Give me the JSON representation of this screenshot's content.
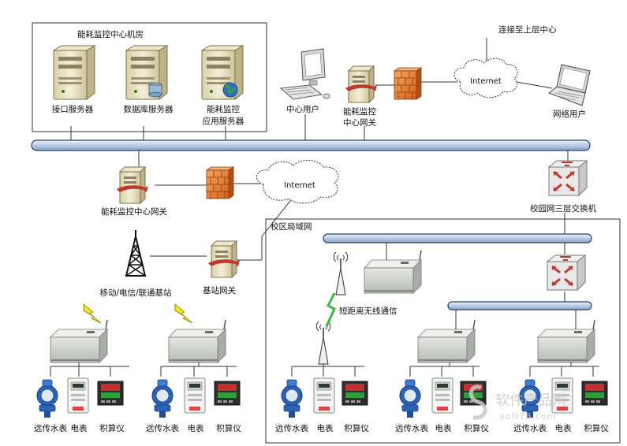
{
  "groups": {
    "center_room": "能耗监控中心机房",
    "campus_lan": "校区局域网"
  },
  "clouds": {
    "top": "Internet",
    "middle": "Internet"
  },
  "labels": {
    "upper_center": "连接至上层中心",
    "interface_server": "接口服务器",
    "db_server": "数据库服务器",
    "app_server_line1": "能耗监控",
    "app_server_line2": "应用服务器",
    "center_user": "中心用户",
    "center_gw_top_line1": "能耗监控",
    "center_gw_top_line2": "中心网关",
    "network_user": "网络用户",
    "center_gw_mid": "能耗监控中心网关",
    "campus_switch": "校园网三层交换机",
    "base_station": "移动/电信/联通基站",
    "base_gw": "基站网关",
    "wireless": "短距离无线通信",
    "water_meter": "远传水表",
    "electric_meter": "电表",
    "integrator": "积算仪"
  },
  "watermark": {
    "line1": "软件产品网",
    "line2": "soft78.com"
  },
  "colors": {
    "bus": "#c7d7ee",
    "bus_edge": "#2b3f66",
    "firewall": "#e67a28",
    "server": "#e8e1c4",
    "switch_red": "#c0392b"
  }
}
